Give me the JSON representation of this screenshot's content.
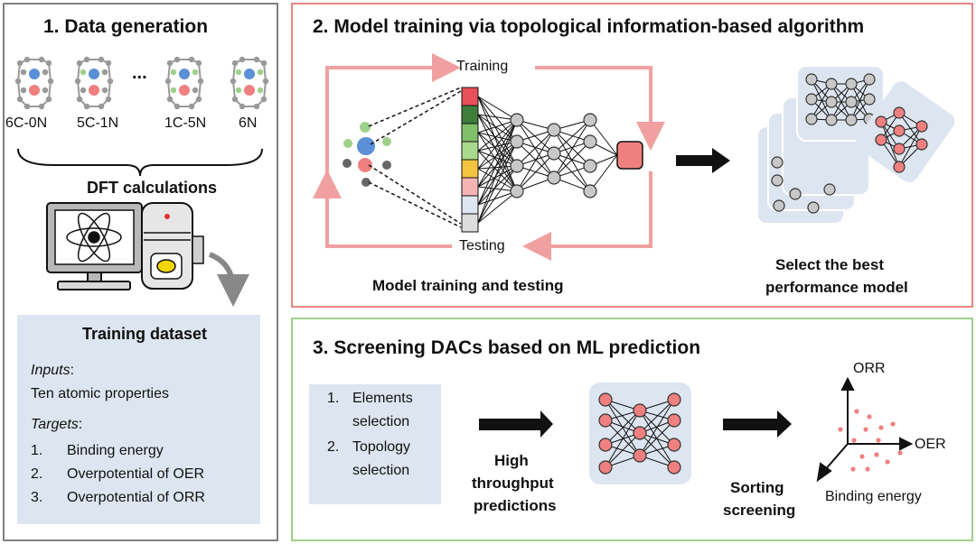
{
  "panel1": {
    "title": "1. Data generation",
    "configs": [
      "6C-0N",
      "5C-1N",
      "1C-5N",
      "6N"
    ],
    "ellipsis": "...",
    "dft_label": "DFT calculations",
    "dataset": {
      "title": "Training dataset",
      "inputs_label": "Inputs",
      "inputs_colon": ":",
      "inputs_value": "Ten atomic properties",
      "targets_label": "Targets",
      "targets_colon": ":",
      "targets": [
        {
          "num": "1.",
          "text": "Binding energy"
        },
        {
          "num": "2.",
          "text": "Overpotential of OER"
        },
        {
          "num": "3.",
          "text": "Overpotential of ORR"
        }
      ]
    }
  },
  "panel2": {
    "title": "2. Model training via topological information-based algorithm",
    "training_label": "Training",
    "testing_label": "Testing",
    "caption_left": "Model training and testing",
    "caption_right_1": "Select the best",
    "caption_right_2": "performance model"
  },
  "panel3": {
    "title": "3. Screening DACs based on ML prediction",
    "steps": [
      {
        "num": "1.",
        "line1": "Elements",
        "line2": "selection"
      },
      {
        "num": "2.",
        "line1": "Topology",
        "line2": "selection"
      }
    ],
    "caption_mid_1": "High",
    "caption_mid_2": "throughput",
    "caption_mid_3": "predictions",
    "caption_right_1": "Sorting",
    "caption_right_2": "screening",
    "axis_orr": "ORR",
    "axis_oer": "OER",
    "axis_be": "Binding energy"
  },
  "colors": {
    "panel1_border": "#808080",
    "panel2_border": "#e8857f",
    "panel3_border": "#9fd08a",
    "box_fill": "#dde6f0",
    "node_gray": "#c8c8c8",
    "node_pink": "#f08080",
    "atom_blue": "#5b8fd6",
    "atom_red": "#f08080",
    "atom_green": "#9fd08a",
    "feature_stack": [
      "#e8505a",
      "#3f7d3a",
      "#7fbf6a",
      "#a9d98a",
      "#f2c440",
      "#f4b4b4",
      "#dde6f0",
      "#dddddd"
    ]
  },
  "icons": [
    "molecule-icon",
    "computer-icon",
    "atom-icon",
    "server-icon",
    "neural-network-icon",
    "arrow-icon",
    "3d-axes-icon"
  ]
}
